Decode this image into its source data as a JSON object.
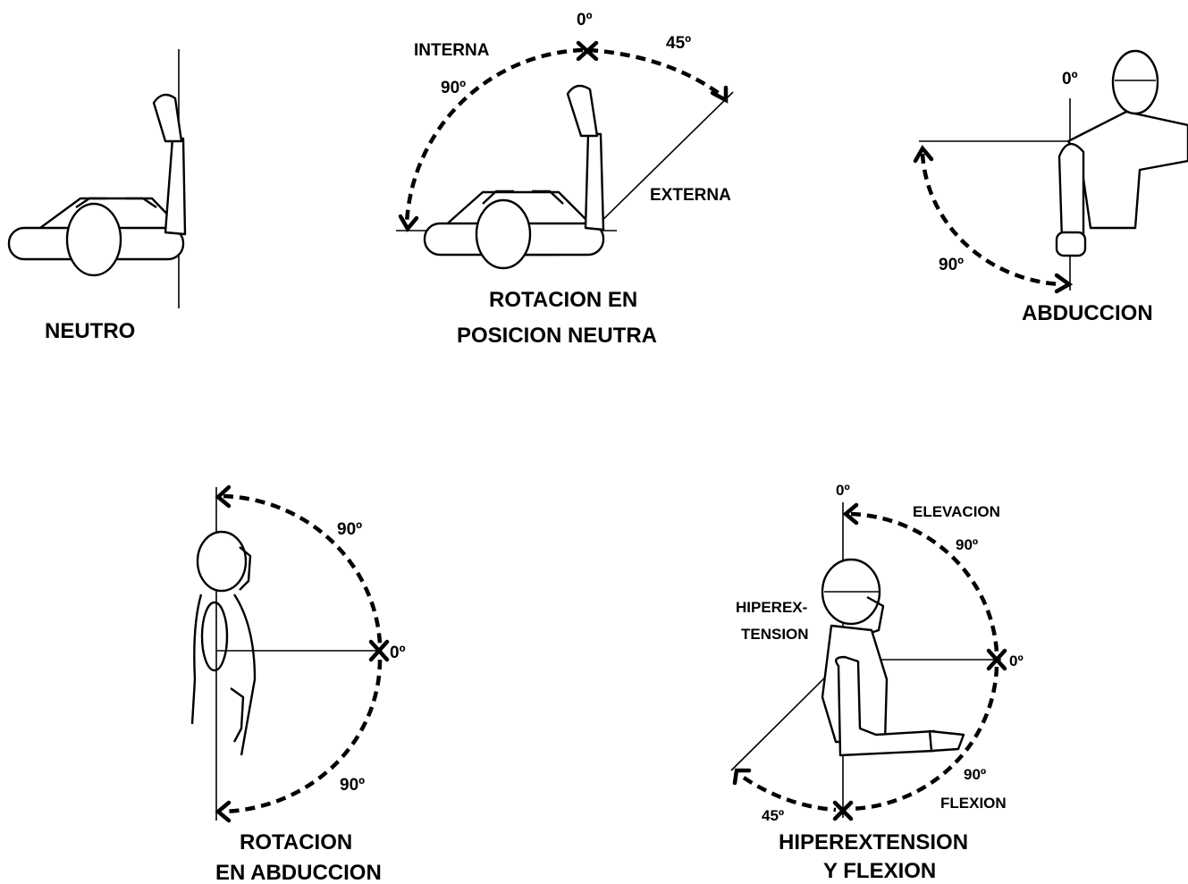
{
  "panels": {
    "neutro": {
      "caption": "NEUTRO"
    },
    "rotacion_neutra": {
      "caption_line1": "ROTACION EN",
      "caption_line2": "POSICION NEUTRA",
      "zero": "0º",
      "interna": "INTERNA",
      "interna_deg": "90º",
      "externa": "EXTERNA",
      "externa_deg": "45º"
    },
    "abduccion": {
      "caption": "ABDUCCION",
      "zero": "0º",
      "deg": "90º"
    },
    "rotacion_abduccion": {
      "caption_line1": "ROTACION",
      "caption_line2": "EN ABDUCCION",
      "upper_deg": "90º",
      "zero": "0º",
      "lower_deg": "90º"
    },
    "hiperextension": {
      "caption_line1": "HIPEREXTENSION",
      "caption_line2": "Y FLEXION",
      "top_zero": "0º",
      "elevacion": "ELEVACION",
      "elevacion_deg": "90º",
      "hiper_line1": "HIPEREX-",
      "hiper_line2": "TENSION",
      "right_zero": "0º",
      "flexion_deg": "90º",
      "flexion": "FLEXION",
      "hiper_deg": "45º"
    }
  }
}
